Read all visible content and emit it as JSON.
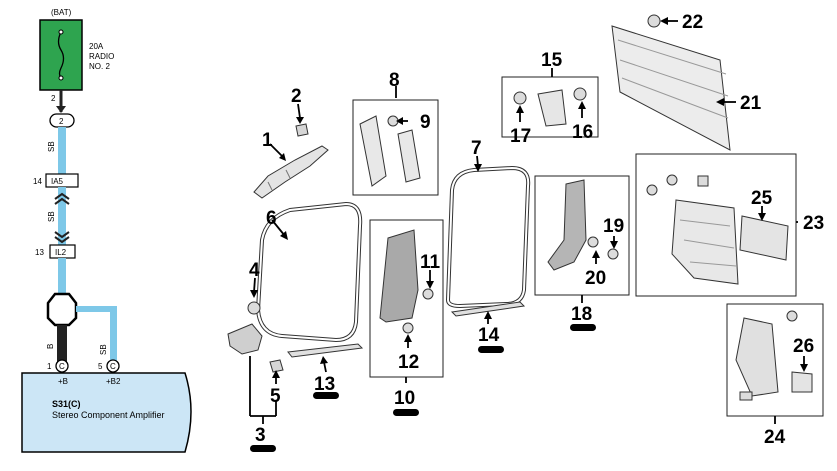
{
  "wiring": {
    "battery_label": "(BAT)",
    "fuse_rating": "20A",
    "fuse_name_1": "RADIO",
    "fuse_name_2": "NO. 2",
    "fuse_pin": "2",
    "fuse_connector": "2",
    "wire_color_sb": "SB",
    "wire_color_b": "B",
    "junction_1": {
      "pin": "14",
      "code": "IA5"
    },
    "junction_2": {
      "pin": "13",
      "code": "IL2"
    },
    "amp_pin_1": "1",
    "amp_pin_5": "5",
    "amp_conn": "C",
    "amp_terminal_1": "+B",
    "amp_terminal_2": "+B2",
    "amp_code": "S31(C)",
    "amp_name": "Stereo Component Amplifier",
    "colors": {
      "fuse_fill": "#2ea44f",
      "wire_sb": "#7ec8e8",
      "amp_fill": "#cce6f6",
      "wire_b": "#222222"
    }
  },
  "parts_diagram": {
    "callouts": [
      "1",
      "2",
      "3",
      "4",
      "5",
      "6",
      "7",
      "8",
      "9",
      "10",
      "11",
      "12",
      "13",
      "14",
      "15",
      "16",
      "17",
      "18",
      "19",
      "20",
      "21",
      "22",
      "23",
      "24",
      "25",
      "26"
    ]
  }
}
